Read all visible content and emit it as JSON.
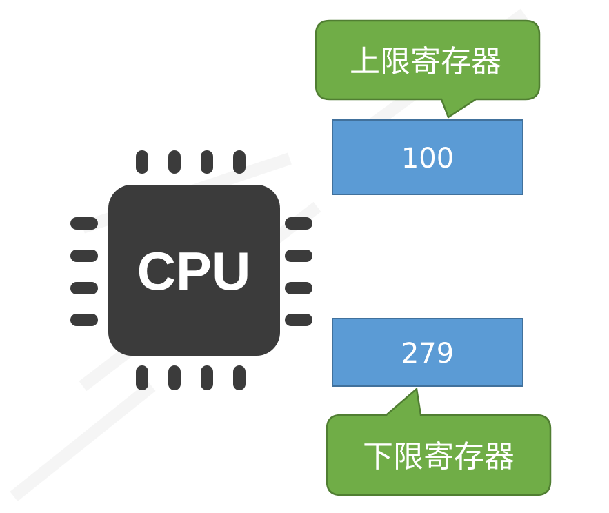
{
  "cpu": {
    "label": "CPU",
    "chip_color": "#3b3b3b",
    "text_color": "#ffffff",
    "icon": "cpu-chip-icon"
  },
  "upper_register": {
    "callout_label": "上限寄存器",
    "value": "100"
  },
  "lower_register": {
    "callout_label": "下限寄存器",
    "value": "279"
  },
  "colors": {
    "register_fill": "#5b9bd5",
    "register_stroke": "#41719c",
    "callout_fill": "#70ad47",
    "callout_stroke": "#507e32",
    "text_light": "#ffffff"
  }
}
